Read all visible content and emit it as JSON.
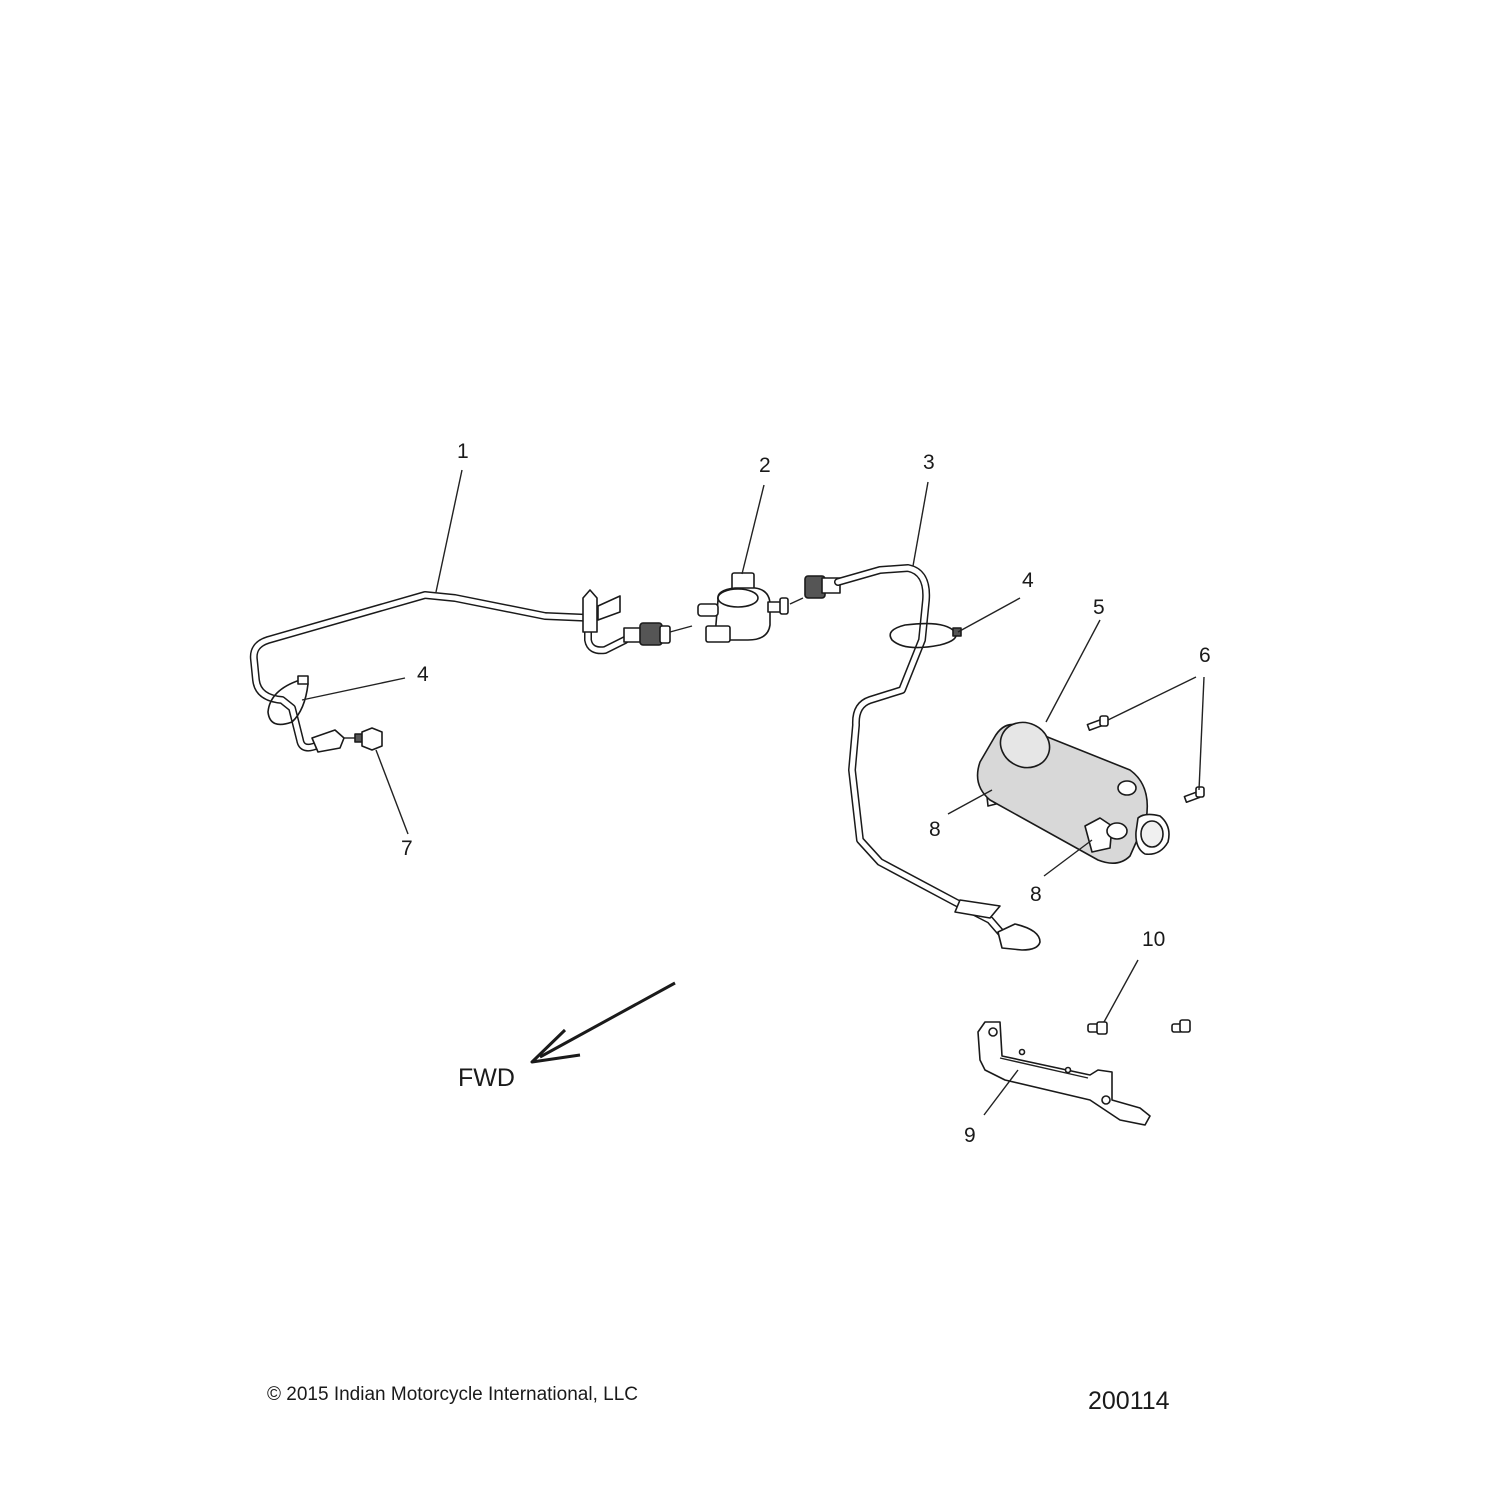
{
  "callouts": {
    "c1": "1",
    "c2": "2",
    "c3": "3",
    "c4a": "4",
    "c4b": "4",
    "c5": "5",
    "c6": "6",
    "c7": "7",
    "c8a": "8",
    "c8b": "8",
    "c9": "9",
    "c10": "10"
  },
  "direction_label": "FWD",
  "copyright": "© 2015 Indian Motorcycle International, LLC",
  "diagram_number": "200114"
}
